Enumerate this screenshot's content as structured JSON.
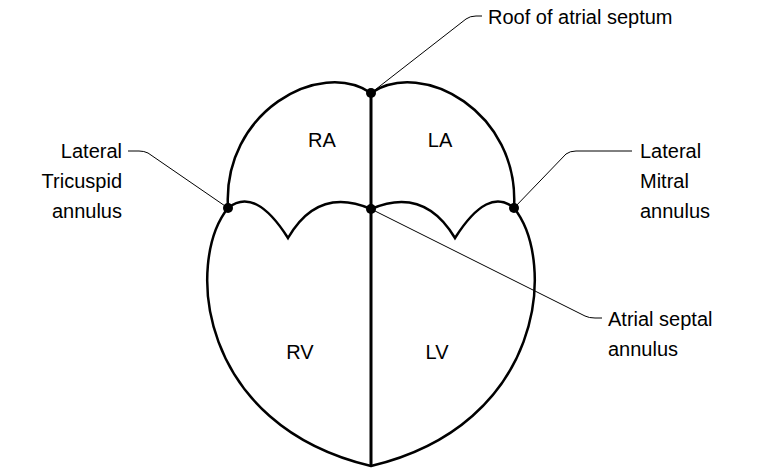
{
  "diagram": {
    "labels": [
      "Roof of atrial septum",
      "RA",
      "LA",
      "Lateral Tricuspid annulus",
      "Lateral Mitral annulus",
      "RV",
      "LV",
      "Atrial septal annulus"
    ]
  }
}
